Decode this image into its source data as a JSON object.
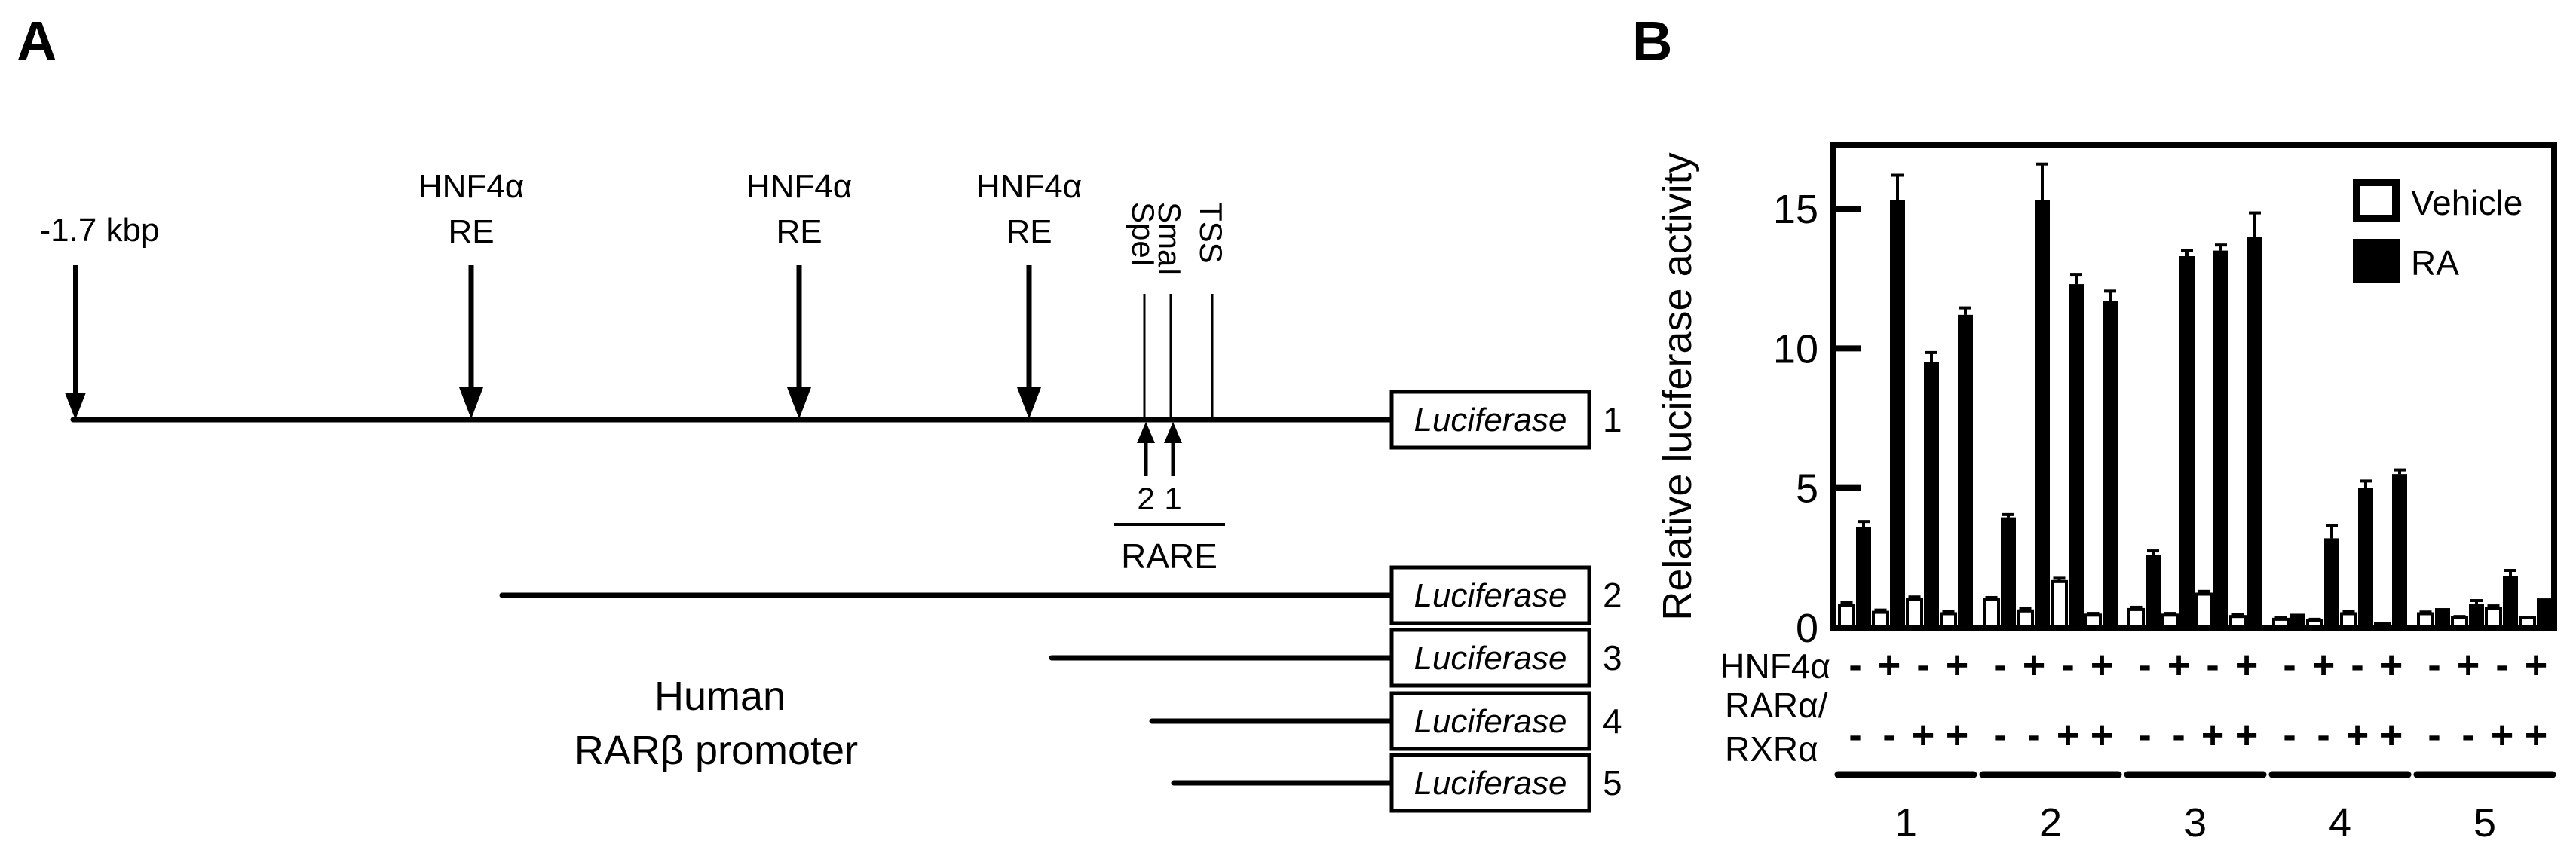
{
  "colors": {
    "foreground": "#000000",
    "background": "#ffffff"
  },
  "panel_a": {
    "label": "A",
    "start_label": "-1.7 kbp",
    "re_label_line1": "HNF4α",
    "re_label_line2": "RE",
    "re_site_positions_x": [
      625,
      1060,
      1365
    ],
    "sites": [
      {
        "name": "SpeI",
        "x": 1518
      },
      {
        "name": "SmaI",
        "x": 1553
      },
      {
        "name": "TSS",
        "x": 1608
      }
    ],
    "rare": {
      "label": "RARE",
      "arrow_numbers": [
        {
          "n": "2",
          "x": 1520
        },
        {
          "n": "1",
          "x": 1556
        }
      ]
    },
    "promoter_line1": "Human",
    "promoter_line2": "RARβ promoter",
    "gene_label": "Luciferase",
    "constructs": [
      {
        "number": "1",
        "x_start": 97,
        "y": 557
      },
      {
        "number": "2",
        "x_start": 666,
        "y": 790
      },
      {
        "number": "3",
        "x_start": 1395,
        "y": 873
      },
      {
        "number": "4",
        "x_start": 1528,
        "y": 957
      },
      {
        "number": "5",
        "x_start": 1557,
        "y": 1039
      }
    ]
  },
  "panel_b": {
    "label": "B",
    "ylabel": "Relative luciferase activity",
    "legend": [
      {
        "label": "Vehicle",
        "fill": "#ffffff"
      },
      {
        "label": "RA",
        "fill": "#000000"
      }
    ],
    "rows": {
      "row1": "HNF4α",
      "row2": "RARα/",
      "row3": "RXRα"
    }
  },
  "chart_data": {
    "type": "bar",
    "title": "",
    "ylabel": "Relative luciferase activity",
    "ylim": [
      0,
      17.3
    ],
    "yticks": [
      0,
      5,
      10,
      15
    ],
    "grid": false,
    "legend_position": "top-right",
    "series": [
      "Vehicle",
      "RA"
    ],
    "condition_rows": [
      {
        "label": "HNF4α",
        "signs_per_group": [
          "-",
          "+",
          "-",
          "+"
        ]
      },
      {
        "label": "RARα/RXRα",
        "signs_per_group": [
          "-",
          "-",
          "+",
          "+"
        ]
      }
    ],
    "groups": [
      {
        "label": "1",
        "conditions": [
          {
            "hnf4a": "-",
            "rar_rxr": "-",
            "vehicle": 0.8,
            "vehicle_err": 0.1,
            "ra": 3.6,
            "ra_err": 0.2
          },
          {
            "hnf4a": "+",
            "rar_rxr": "-",
            "vehicle": 0.55,
            "vehicle_err": 0.08,
            "ra": 15.3,
            "ra_err": 0.9
          },
          {
            "hnf4a": "-",
            "rar_rxr": "+",
            "vehicle": 1.0,
            "vehicle_err": 0.1,
            "ra": 9.5,
            "ra_err": 0.35
          },
          {
            "hnf4a": "+",
            "rar_rxr": "+",
            "vehicle": 0.5,
            "vehicle_err": 0.08,
            "ra": 11.2,
            "ra_err": 0.25
          }
        ]
      },
      {
        "label": "2",
        "conditions": [
          {
            "hnf4a": "-",
            "rar_rxr": "-",
            "vehicle": 1.0,
            "vehicle_err": 0.08,
            "ra": 3.95,
            "ra_err": 0.1
          },
          {
            "hnf4a": "+",
            "rar_rxr": "-",
            "vehicle": 0.6,
            "vehicle_err": 0.08,
            "ra": 15.3,
            "ra_err": 1.3
          },
          {
            "hnf4a": "-",
            "rar_rxr": "+",
            "vehicle": 1.65,
            "vehicle_err": 0.12,
            "ra": 12.3,
            "ra_err": 0.35
          },
          {
            "hnf4a": "+",
            "rar_rxr": "+",
            "vehicle": 0.45,
            "vehicle_err": 0.06,
            "ra": 11.7,
            "ra_err": 0.35
          }
        ]
      },
      {
        "label": "3",
        "conditions": [
          {
            "hnf4a": "-",
            "rar_rxr": "-",
            "vehicle": 0.65,
            "vehicle_err": 0.08,
            "ra": 2.6,
            "ra_err": 0.15
          },
          {
            "hnf4a": "+",
            "rar_rxr": "-",
            "vehicle": 0.45,
            "vehicle_err": 0.06,
            "ra": 13.3,
            "ra_err": 0.2
          },
          {
            "hnf4a": "-",
            "rar_rxr": "+",
            "vehicle": 1.2,
            "vehicle_err": 0.1,
            "ra": 13.5,
            "ra_err": 0.2
          },
          {
            "hnf4a": "+",
            "rar_rxr": "+",
            "vehicle": 0.4,
            "vehicle_err": 0.06,
            "ra": 14.0,
            "ra_err": 0.85
          }
        ]
      },
      {
        "label": "4",
        "conditions": [
          {
            "hnf4a": "-",
            "rar_rxr": "-",
            "vehicle": 0.3,
            "vehicle_err": 0.05,
            "ra": 0.5,
            "ra_err": 0
          },
          {
            "hnf4a": "+",
            "rar_rxr": "-",
            "vehicle": 0.25,
            "vehicle_err": 0.05,
            "ra": 3.2,
            "ra_err": 0.45
          },
          {
            "hnf4a": "-",
            "rar_rxr": "+",
            "vehicle": 0.5,
            "vehicle_err": 0.08,
            "ra": 5.0,
            "ra_err": 0.25
          },
          {
            "hnf4a": "+",
            "rar_rxr": "+",
            "vehicle": 0.15,
            "vehicle_err": 0,
            "ra": 5.5,
            "ra_err": 0.15
          }
        ]
      },
      {
        "label": "5",
        "conditions": [
          {
            "hnf4a": "-",
            "rar_rxr": "-",
            "vehicle": 0.5,
            "vehicle_err": 0.06,
            "ra": 0.7,
            "ra_err": 0
          },
          {
            "hnf4a": "+",
            "rar_rxr": "-",
            "vehicle": 0.35,
            "vehicle_err": 0.05,
            "ra": 0.85,
            "ra_err": 0.12
          },
          {
            "hnf4a": "-",
            "rar_rxr": "+",
            "vehicle": 0.7,
            "vehicle_err": 0.08,
            "ra": 1.85,
            "ra_err": 0.2
          },
          {
            "hnf4a": "+",
            "rar_rxr": "+",
            "vehicle": 0.35,
            "vehicle_err": 0,
            "ra": 1.05,
            "ra_err": 0
          }
        ]
      }
    ]
  }
}
